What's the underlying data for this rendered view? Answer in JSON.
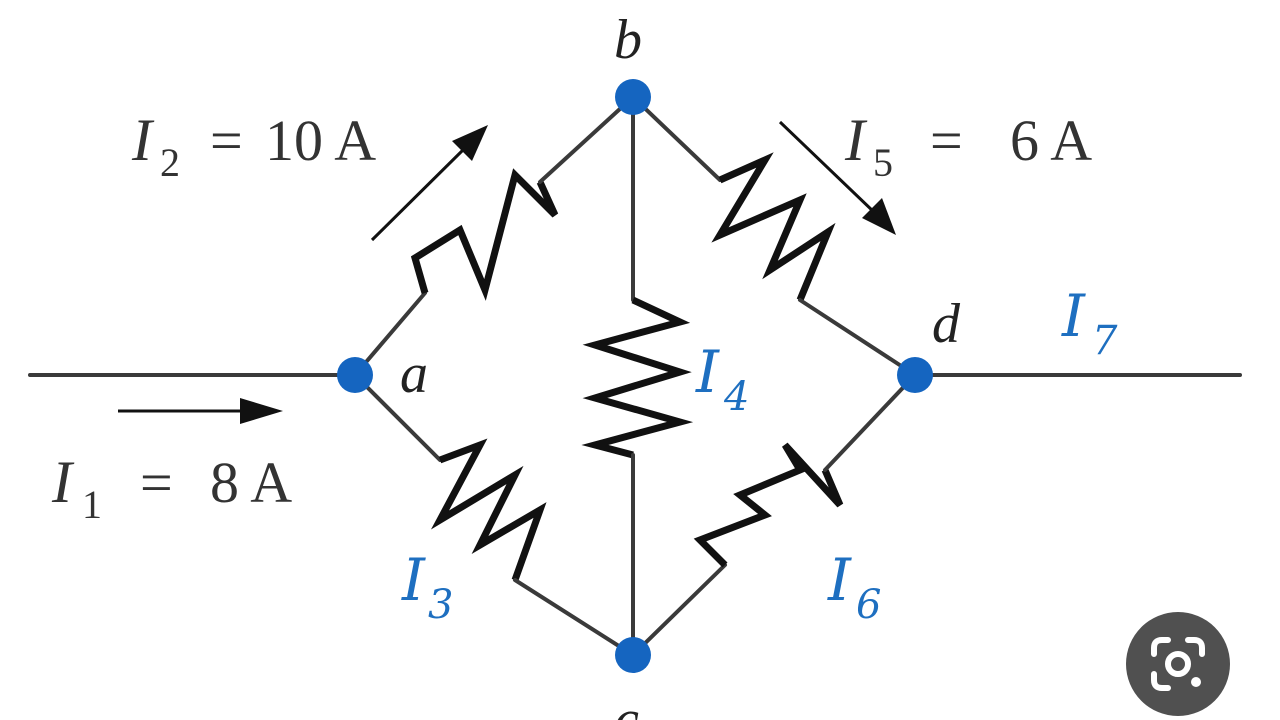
{
  "diagram": {
    "nodes": {
      "a": "a",
      "b": "b",
      "c": "c",
      "d": "d"
    },
    "currents": {
      "I1": {
        "symbol": "I",
        "subscript": "1",
        "equals": "=",
        "value": "8 A"
      },
      "I2": {
        "symbol": "I",
        "subscript": "2",
        "equals": "=",
        "value": "10 A"
      },
      "I3": {
        "symbol": "I",
        "subscript": "3"
      },
      "I4": {
        "symbol": "I",
        "subscript": "4"
      },
      "I5": {
        "symbol": "I",
        "subscript": "5",
        "equals": "=",
        "value": "6 A"
      },
      "I6": {
        "symbol": "I",
        "subscript": "6"
      },
      "I7": {
        "symbol": "I",
        "subscript": "7"
      }
    },
    "colors": {
      "node": "#1565c0",
      "blue_label": "#1e6fc0",
      "wire": "#3a3a3a",
      "resistor": "#111111"
    }
  },
  "overlay": {
    "lens_button_icon": "google-lens-icon"
  }
}
